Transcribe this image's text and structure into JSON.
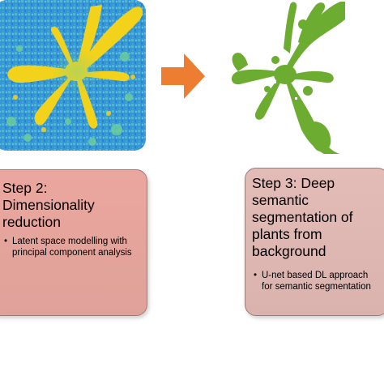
{
  "steps": [
    {
      "title_line1": "Step 2:",
      "title_line2": "Dimensionality",
      "title_line3": "reduction",
      "bullet": "Latent space modelling with principal component analysis"
    },
    {
      "title_line1": "Step 3: Deep",
      "title_line2": "semantic",
      "title_line3": "segmentation of",
      "title_line4": "plants from",
      "title_line5": "background",
      "bullet_line1": "U-net based DL approach",
      "bullet_line2": "for semantic segmentation"
    }
  ],
  "colors": {
    "arrow": "#ed7d31",
    "plant_mask": "#6cad31",
    "heatmap_background": "#2f8fd6",
    "heatmap_plant": "#f2d21b",
    "card_step2": "#e3a39b",
    "card_step3": "#dab2ae"
  },
  "images": {
    "left": "pca-heatmap-plant-image",
    "right": "segmented-plant-mask-image"
  },
  "icons": {
    "arrow": "right-arrow-icon"
  }
}
